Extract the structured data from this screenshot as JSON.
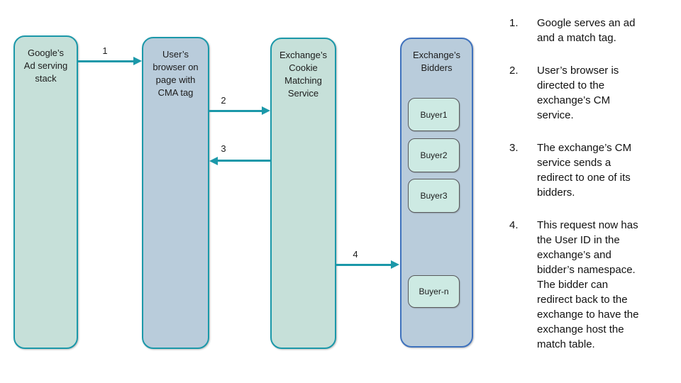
{
  "diagram": {
    "nodes": {
      "google": {
        "label": "Google’s\nAd serving\nstack"
      },
      "browser": {
        "label": "User’s\nbrowser on\npage with\nCMA tag"
      },
      "cm": {
        "label": "Exchange’s\nCookie\nMatching\nService"
      },
      "bidders": {
        "label": "Exchange’s\nBidders"
      }
    },
    "buyers": [
      "Buyer1",
      "Buyer2",
      "Buyer3",
      "Buyer-n"
    ],
    "arrows": [
      {
        "label": "1"
      },
      {
        "label": "2"
      },
      {
        "label": "3"
      },
      {
        "label": "4"
      }
    ]
  },
  "steps": [
    {
      "num": "1.",
      "text": "Google serves an ad\nand a match tag."
    },
    {
      "num": "2.",
      "text": "User’s browser is\ndirected to the\nexchange’s CM\nservice."
    },
    {
      "num": "3.",
      "text": "The exchange’s CM\nservice sends a\nredirect to one of its\nbidders."
    },
    {
      "num": "4.",
      "text": "This request now has\nthe User ID in the\nexchange’s and\nbidder’s namespace.\nThe bidder can\nredirect back to the\nexchange to have the\nexchange host the\nmatch table."
    }
  ],
  "colors": {
    "green_fill": "#c6e0d9",
    "blue_fill": "#b9ccdb",
    "teal_border": "#1b98a9",
    "blue_border": "#3f72bd",
    "buyer_fill": "#cdeae3",
    "buyer_border": "#58595b",
    "arrow": "#1b98a9",
    "text": "#1c1c1c"
  }
}
